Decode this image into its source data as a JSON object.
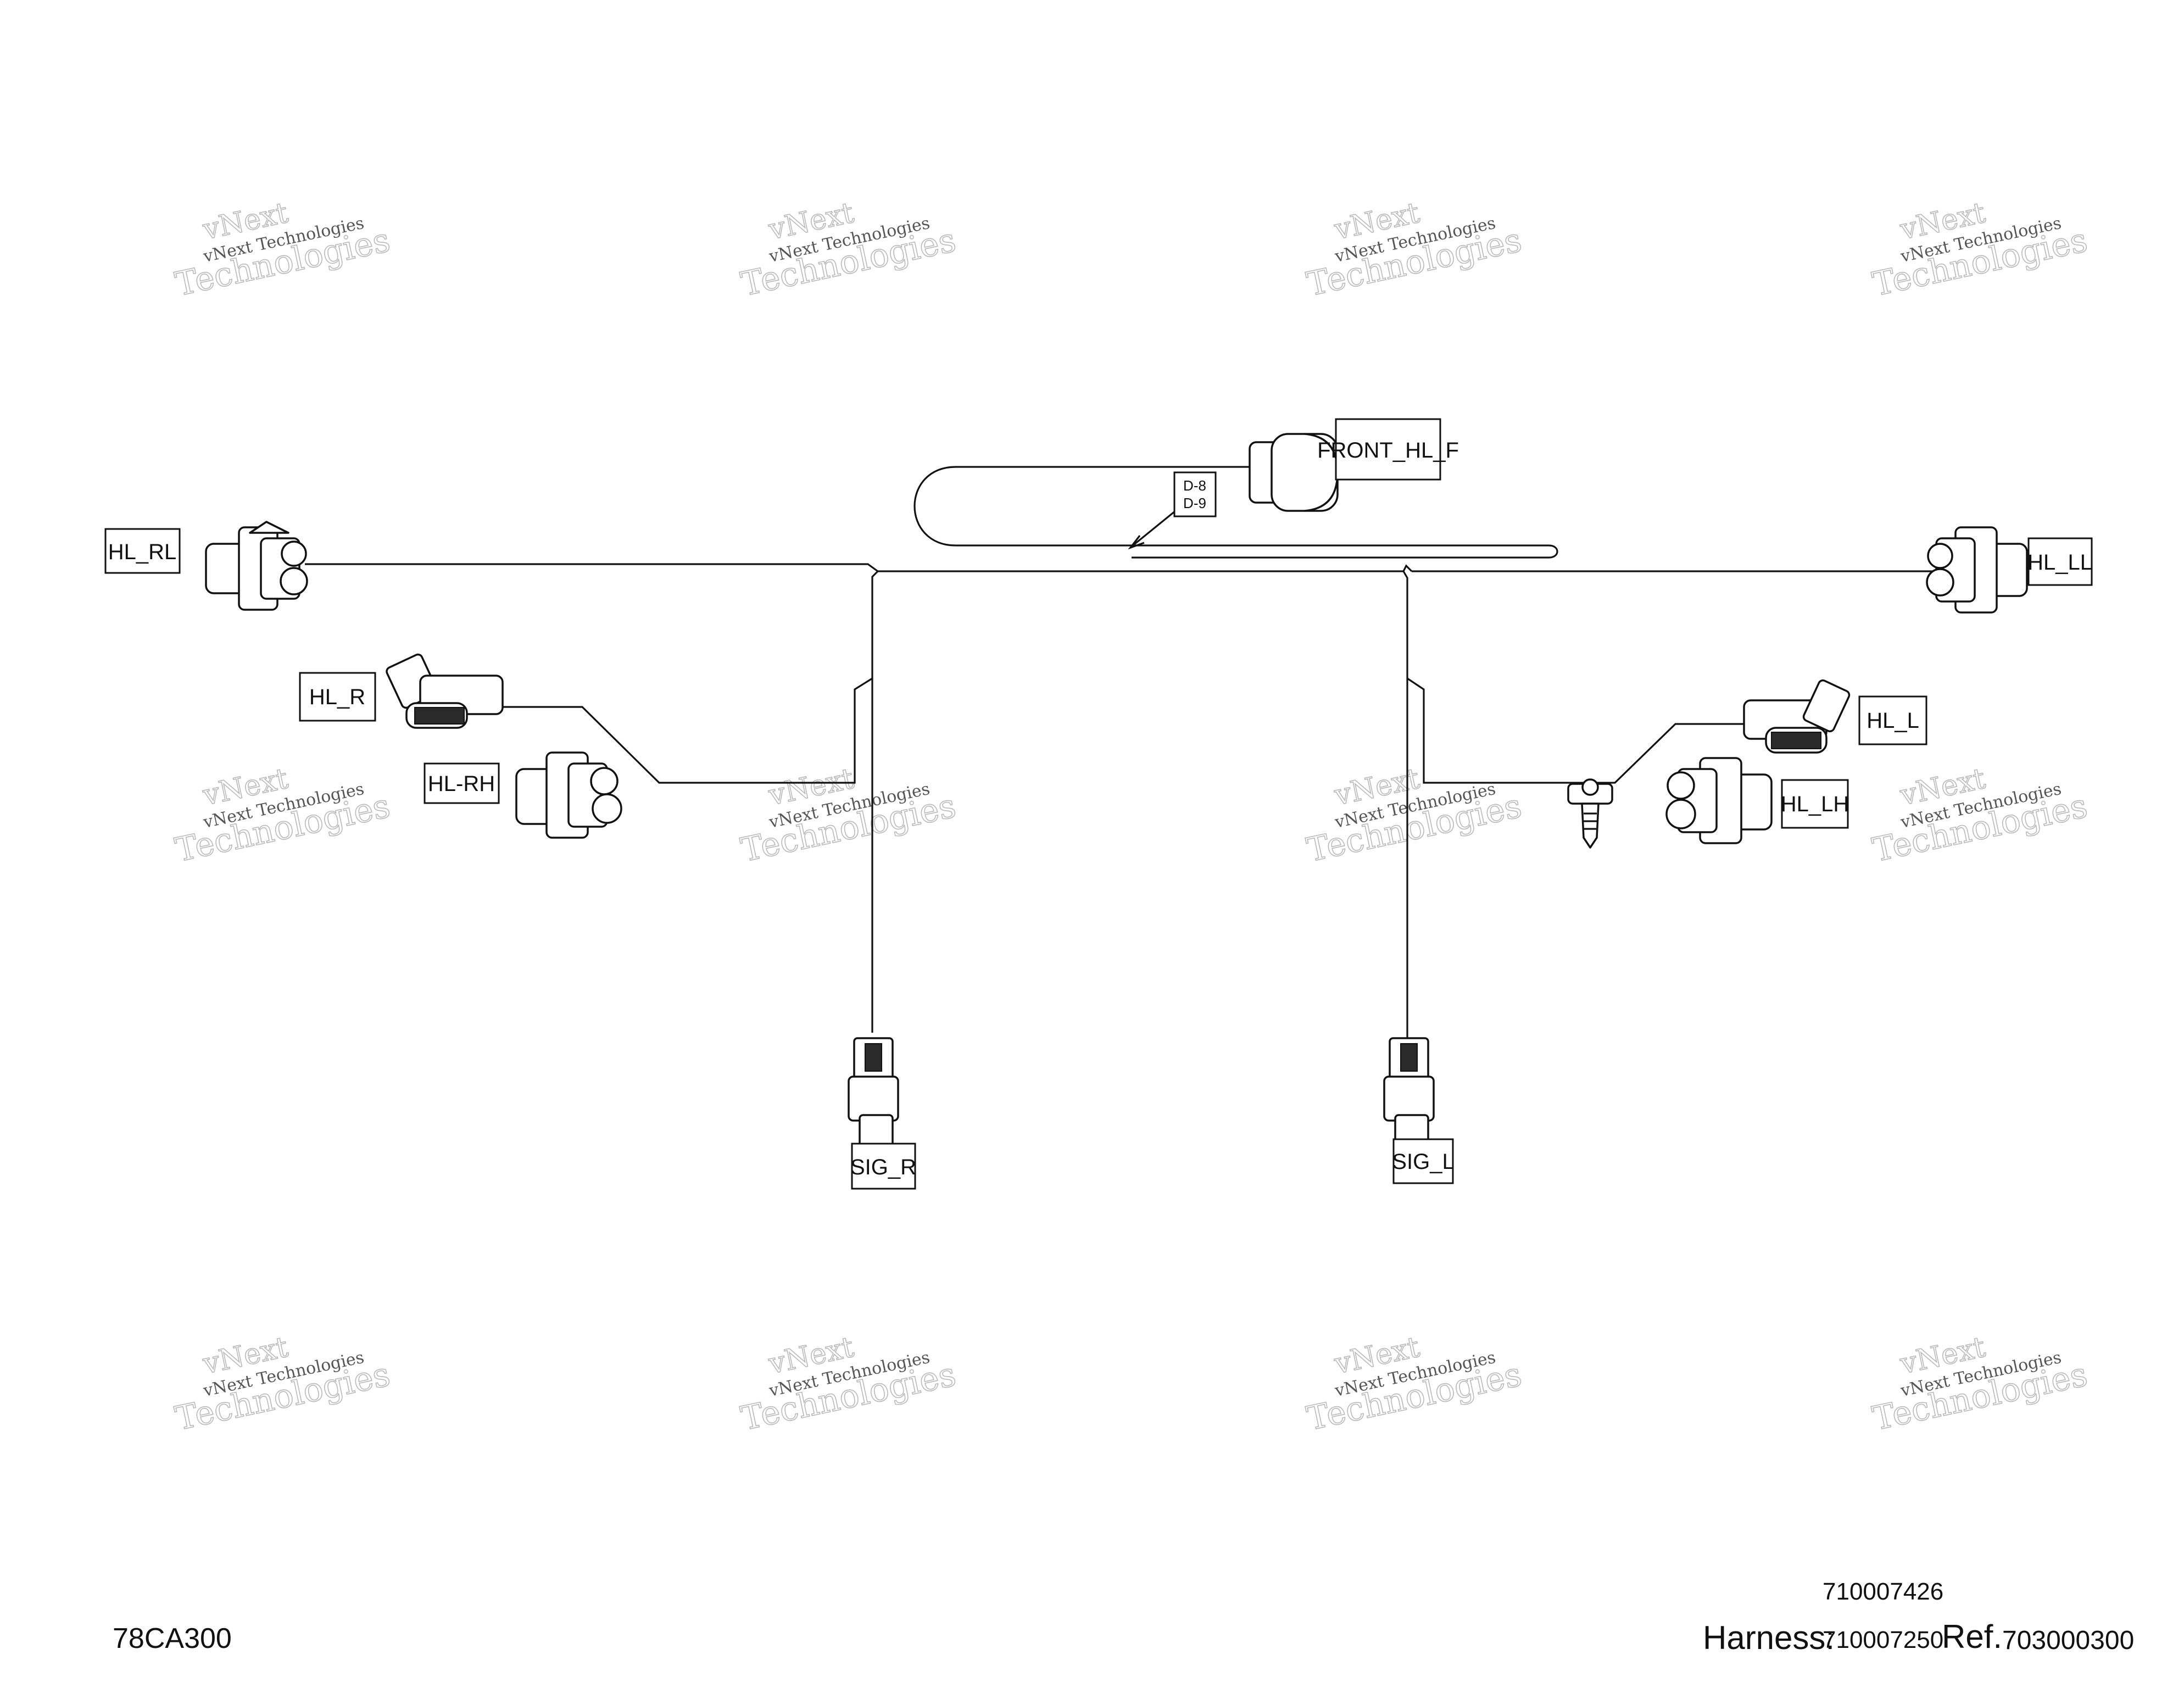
{
  "watermark": {
    "line1": "vNext",
    "line2": "vNext Technologies",
    "line3": "Technologies"
  },
  "labels": {
    "hl_rl": "HL_RL",
    "hl_r": "HL_R",
    "hl_rh": "HL-RH",
    "front_hl_f": "FRONT_HL_F",
    "splice_1": "D-8",
    "splice_2": "D-9",
    "hl_ll": "HL_LL",
    "hl_l": "HL_L",
    "hl_lh": "HL_LH",
    "sig_r": "SIG_R",
    "sig_l": "SIG_L"
  },
  "footer": {
    "drawing_code": "78CA300",
    "harness_label": "Harness:",
    "harness_number_top": "710007426",
    "harness_number": "710007250",
    "ref_label": "Ref.",
    "ref_number": "703000300"
  },
  "colors": {
    "line": "#111111",
    "watermark": "#b9b9b9"
  }
}
